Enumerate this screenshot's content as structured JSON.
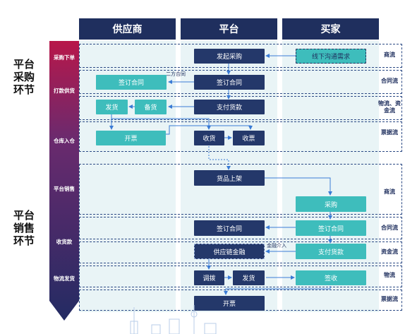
{
  "columns": {
    "supplier": "供应商",
    "platform": "平台",
    "buyer": "买家"
  },
  "sections": {
    "purchase": [
      "平台",
      "采购",
      "环节"
    ],
    "sales": [
      "平台",
      "销售",
      "环节"
    ]
  },
  "stages": [
    "采购下单",
    "打款供货",
    "仓库入仓",
    "平台销售",
    "收货款",
    "物流发货"
  ],
  "boxes": {
    "initiate_purchase": "发起采购",
    "offline_negotiate": "线下沟通需求",
    "sign_contract_supplier": "签订合同",
    "sign_contract_platform": "签订合同",
    "pay": "支付货款",
    "ship": "发货",
    "prepare": "备货",
    "invoice_supplier": "开票",
    "receive_goods": "收货",
    "collect_ticket": "收票",
    "list_goods": "货品上架",
    "buyer_purchase": "采购",
    "sales_contract_platform": "签订合同",
    "sales_contract_buyer": "签订合同",
    "supply_chain_finance": "供应链金融",
    "buyer_pay": "支付货款",
    "allocate": "调拨",
    "platform_ship": "发货",
    "sign_receive": "签收",
    "platform_invoice": "开票"
  },
  "arrow_labels": {
    "two_party": "二方合同",
    "finance_involved": "金融介入"
  },
  "flows": {
    "commerce": "商流",
    "contract": "合同流",
    "logistics_capital": "物流、资金流",
    "ticket": "票据流",
    "commerce2": "商流",
    "contract2": "合同流",
    "capital": "资金流",
    "logistics": "物流",
    "ticket2": "票据流"
  }
}
